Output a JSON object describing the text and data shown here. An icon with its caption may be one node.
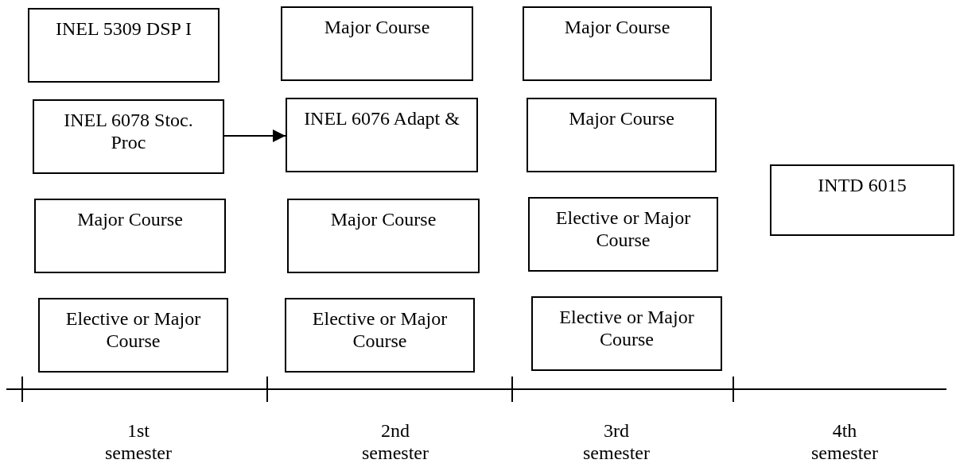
{
  "diagram": {
    "nodes": [
      {
        "text": [
          "INEL 5309 DSP I"
        ]
      },
      {
        "text": [
          "Major Course"
        ]
      },
      {
        "text": [
          "Major Course"
        ]
      },
      {
        "text": [
          "INEL 6078 Stoc. Proc"
        ]
      },
      {
        "text": [
          "INEL 6076 Adapt &"
        ]
      },
      {
        "text": [
          "Major Course"
        ]
      },
      {
        "text": [
          "Major Course"
        ]
      },
      {
        "text": [
          "Major Course"
        ]
      },
      {
        "text": [
          "Elective or Major Course"
        ]
      },
      {
        "text": [
          "INTD 6015"
        ]
      },
      {
        "text": [
          "Elective or Major Course"
        ]
      },
      {
        "text": [
          "Elective or Major Course"
        ]
      },
      {
        "text": [
          "Elective or Major Course"
        ]
      }
    ],
    "edges": [
      {
        "from": 3,
        "to": 4,
        "arrow": "to"
      }
    ],
    "labels": [
      "1st semester",
      "2nd semester",
      "3rd semester",
      "4th semester"
    ]
  }
}
